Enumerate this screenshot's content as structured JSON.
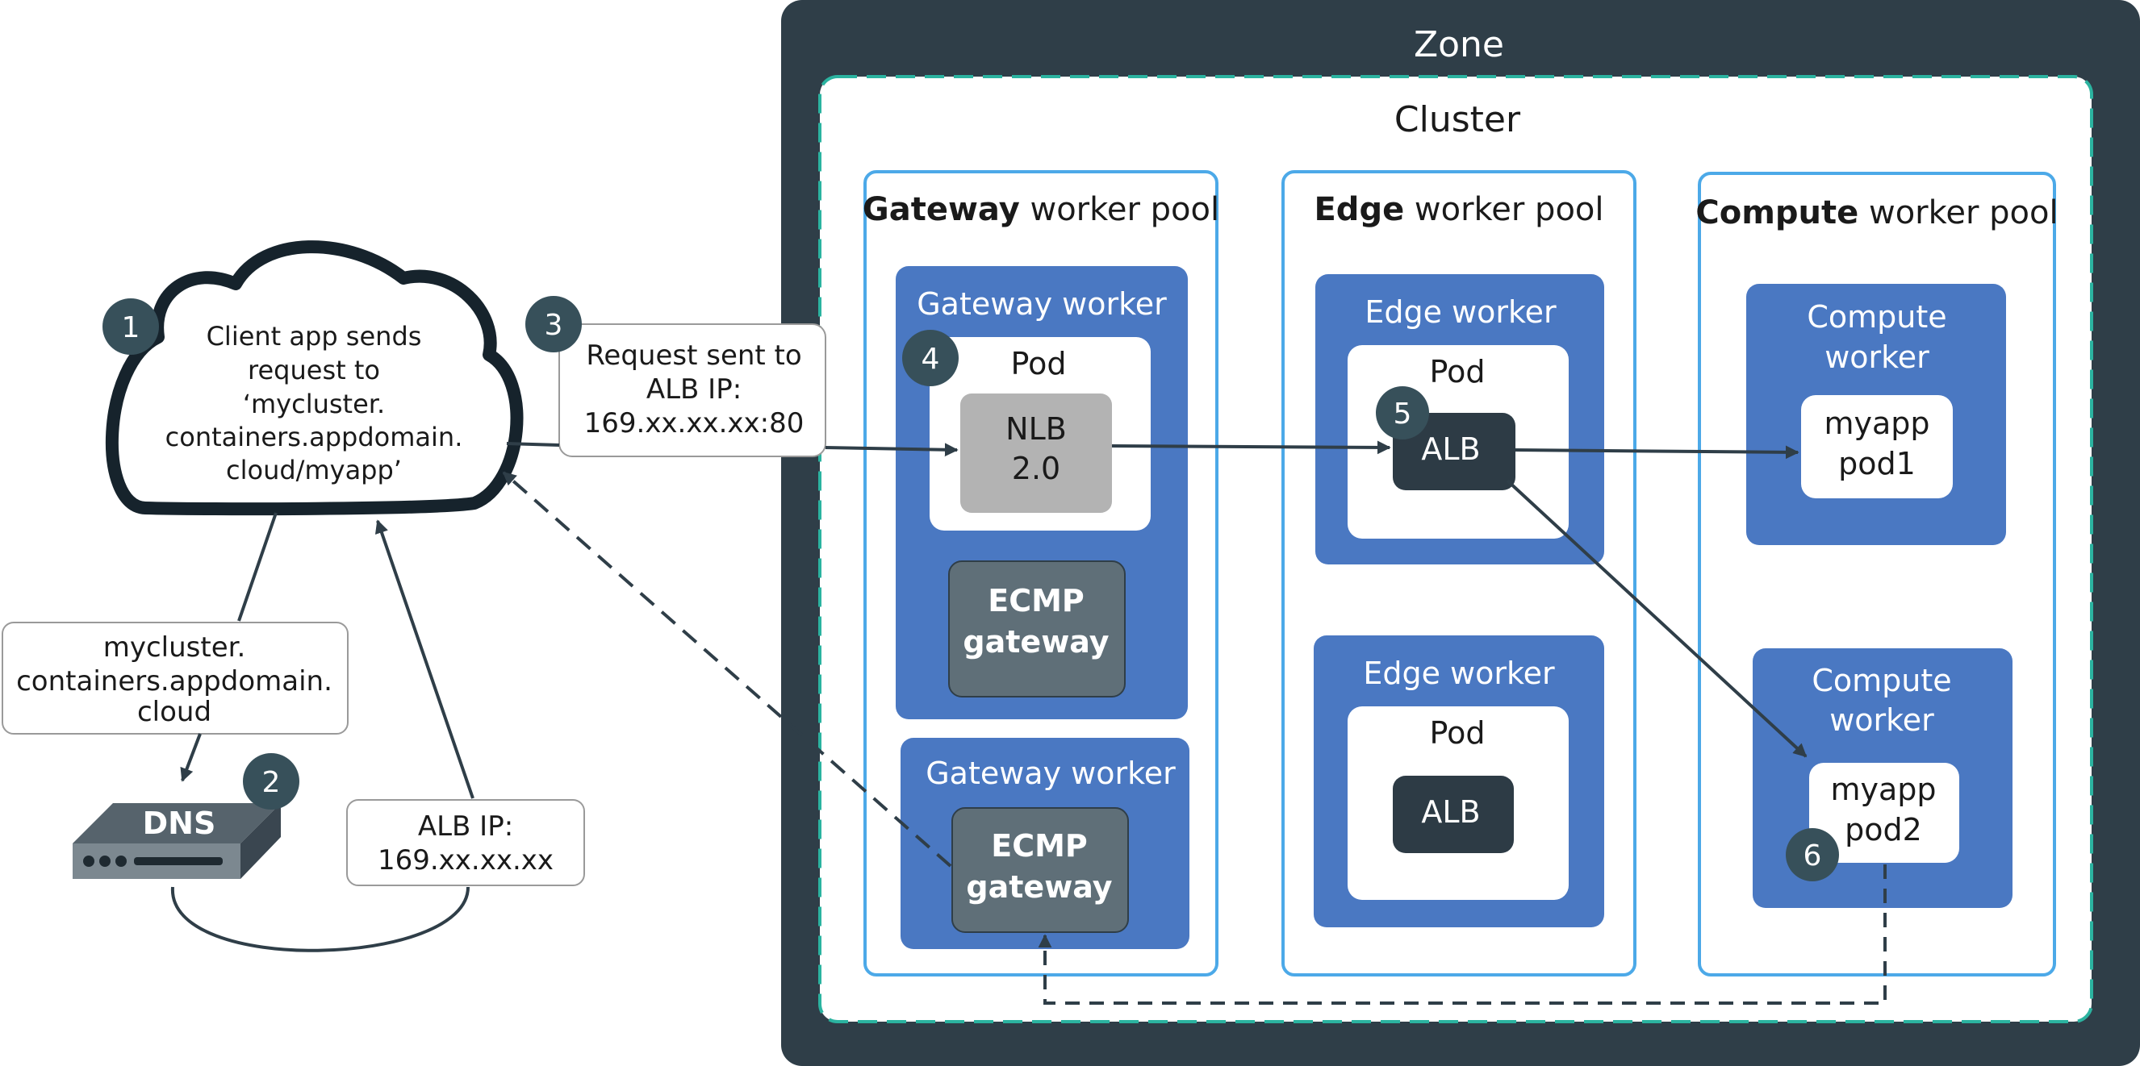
{
  "zone": {
    "label": "Zone"
  },
  "cluster": {
    "label": "Cluster"
  },
  "pools": {
    "gateway": {
      "bold": "Gateway",
      "rest": " worker pool"
    },
    "edge": {
      "bold": "Edge",
      "rest": " worker pool"
    },
    "compute": {
      "bold": "Compute",
      "rest": " worker pool"
    }
  },
  "gateway_worker_1": {
    "label": "Gateway worker",
    "pod_label": "Pod",
    "nlb_line1": "NLB",
    "nlb_line2": "2.0",
    "ecmp_line1": "ECMP",
    "ecmp_line2": "gateway"
  },
  "gateway_worker_2": {
    "label": "Gateway worker",
    "ecmp_line1": "ECMP",
    "ecmp_line2": "gateway"
  },
  "edge_worker_1": {
    "label": "Edge worker",
    "pod_label": "Pod",
    "alb_label": "ALB"
  },
  "edge_worker_2": {
    "label": "Edge worker",
    "pod_label": "Pod",
    "alb_label": "ALB"
  },
  "compute_worker_1": {
    "line1": "Compute",
    "line2": "worker",
    "app_line1": "myapp",
    "app_line2": "pod1"
  },
  "compute_worker_2": {
    "line1": "Compute",
    "line2": "worker",
    "app_line1": "myapp",
    "app_line2": "pod2"
  },
  "client_cloud": {
    "lines": [
      "Client app sends",
      "request to",
      "‘mycluster.",
      "containers.appdomain.",
      "cloud/myapp’"
    ]
  },
  "dns_query_box": {
    "lines": [
      "mycluster.",
      "containers.appdomain.",
      "cloud"
    ]
  },
  "alb_ip_box": {
    "lines": [
      "ALB IP:",
      "169.xx.xx.xx"
    ]
  },
  "request_box": {
    "lines": [
      "Request sent to",
      "ALB IP:",
      "169.xx.xx.xx:80"
    ]
  },
  "dns_device": {
    "label": "DNS"
  },
  "steps": [
    "1",
    "2",
    "3",
    "4",
    "5",
    "6"
  ],
  "colors": {
    "zone_fill": "#2f3e48",
    "cluster_border": "#2bb3a0",
    "pool_border": "#4ca9e8",
    "worker_fill": "#4a78c2",
    "nlb_fill": "#b3b3b3",
    "ecmp_fill": "#5f6f78",
    "alb_fill": "#2d3b45",
    "badge_fill": "#37505a",
    "arrow": "#2f3e48"
  }
}
